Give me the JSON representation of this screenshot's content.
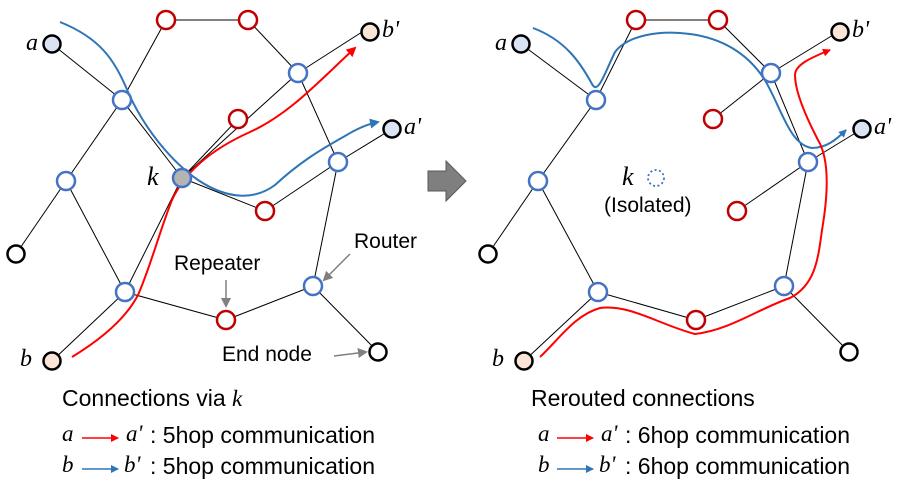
{
  "left": {
    "labels": {
      "a": "a",
      "b": "b",
      "a_prime": "a'",
      "b_prime": "b'",
      "k": "k"
    },
    "router_label": "Router",
    "repeater_label": "Repeater",
    "end_node_label": "End node",
    "caption": {
      "title_text": "Connections via ",
      "title_var": "k",
      "line1_from": "a",
      "line1_to": "a'",
      "line1_text": ": 5hop communication",
      "line2_from": "b",
      "line2_to": "b'",
      "line2_text": ": 5hop communication"
    }
  },
  "right": {
    "labels": {
      "a": "a",
      "b": "b",
      "a_prime": "a'",
      "b_prime": "b'",
      "k": "k"
    },
    "isolated_label": "(Isolated)",
    "caption": {
      "title_text": "Rerouted connections",
      "line1_from": "a",
      "line1_to": "a'",
      "line1_text": ": 6hop communication",
      "line2_from": "b",
      "line2_to": "b'",
      "line2_text": ": 6hop communication"
    }
  },
  "colors": {
    "router": "#4472c4",
    "repeater": "#c00000",
    "end_node": "#000000",
    "path_a": "#2e75b6",
    "path_b": "#ff0000",
    "node_a_fill": "#dae3f3",
    "node_b_fill": "#fbe5d6",
    "node_k_fill": "#b4b4b4",
    "arrow": "#808080"
  }
}
